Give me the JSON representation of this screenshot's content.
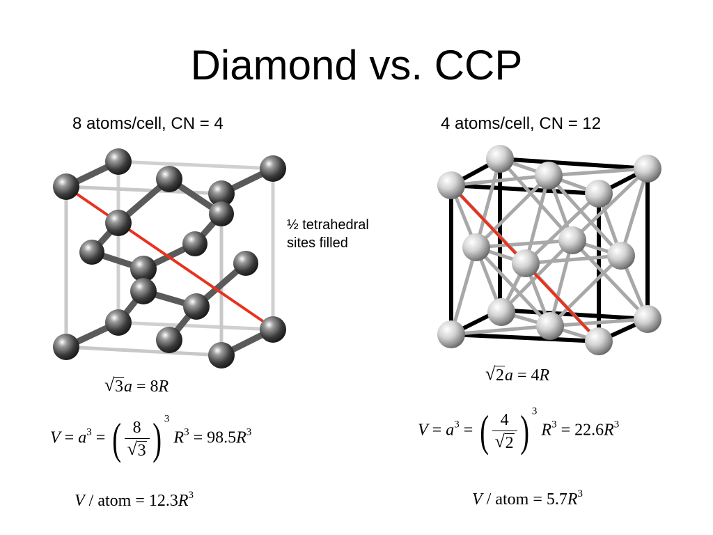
{
  "title": "Diamond vs. CCP",
  "diamond": {
    "subtitle": "8 atoms/cell, CN = 4",
    "note_line1": "½ tetrahedral",
    "note_line2": "sites filled",
    "eq1": {
      "coef": "3",
      "var": "a",
      "rhs": "= 8",
      "rhsvar": "R"
    },
    "eq2": {
      "lhs": "V",
      "eq": "=",
      "avar": "a",
      "aexp": "3",
      "eq2": "=",
      "num": "8",
      "den": "3",
      "outexp": "3",
      "rvar": "R",
      "rexp": "3",
      "rhs": "= 98.5",
      "rhsvar": "R",
      "rhsexp": "3"
    },
    "eq3": {
      "lhs": "V",
      "mid": "/ atom = 12.3",
      "rvar": "R",
      "rexp": "3"
    }
  },
  "ccp": {
    "subtitle": "4 atoms/cell, CN = 12",
    "eq1": {
      "coef": "2",
      "var": "a",
      "rhs": "= 4",
      "rhsvar": "R"
    },
    "eq2": {
      "lhs": "V",
      "eq": "=",
      "avar": "a",
      "aexp": "3",
      "eq2": "=",
      "num": "4",
      "den": "2",
      "outexp": "3",
      "rvar": "R",
      "rexp": "3",
      "rhs": "= 22.6",
      "rhsvar": "R",
      "rhsexp": "3"
    },
    "eq3": {
      "lhs": "V",
      "mid": "/ atom = 5.7",
      "rvar": "R",
      "rexp": "3"
    }
  },
  "colors": {
    "diagonal": "#e8321e",
    "atom_dark": "#3a3a3a",
    "atom_light": "#d8d8d8",
    "cell_frame": "#000000"
  }
}
